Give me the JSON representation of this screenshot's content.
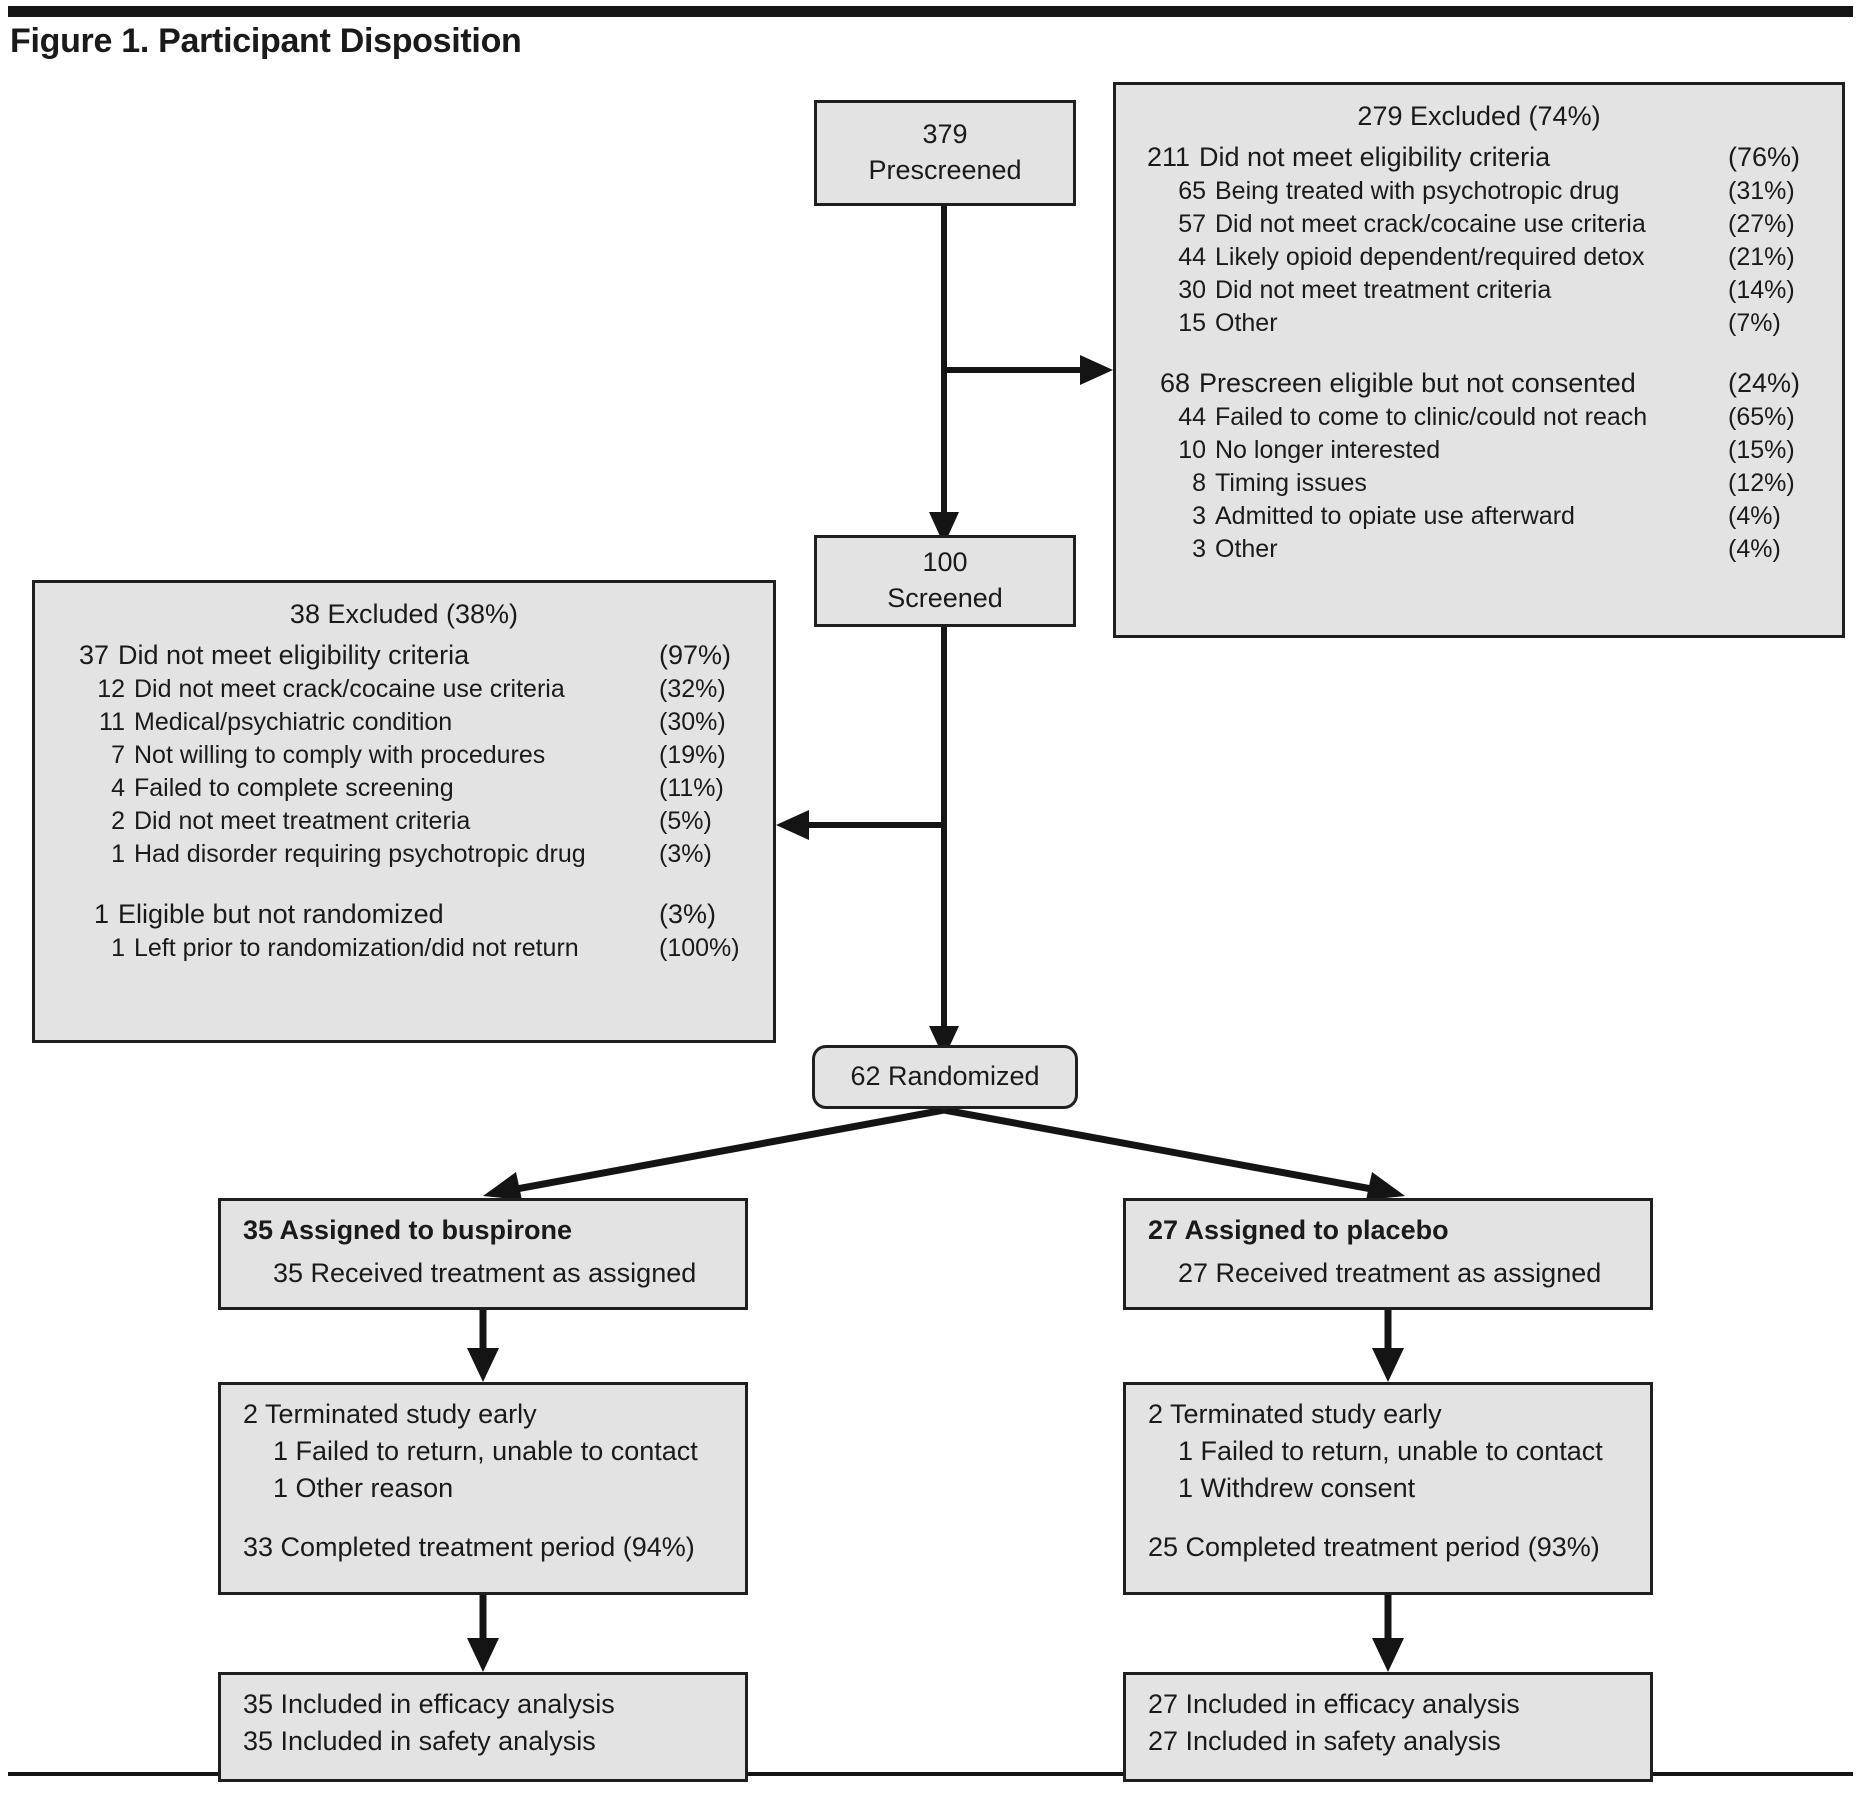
{
  "figure": {
    "title": "Figure 1. Participant Disposition"
  },
  "nodes": {
    "prescreened": {
      "count": "379",
      "label": "Prescreened"
    },
    "screened": {
      "count": "100",
      "label": "Screened"
    },
    "randomized": {
      "label": "62 Randomized"
    }
  },
  "excluded_prescreen": {
    "header": "279 Excluded (74%)",
    "groups": [
      {
        "num": "211",
        "label": "Did not meet eligibility criteria",
        "pct": "(76%)",
        "items": [
          {
            "num": "65",
            "label": "Being treated with psychotropic drug",
            "pct": "(31%)"
          },
          {
            "num": "57",
            "label": "Did not meet crack/cocaine use criteria",
            "pct": "(27%)"
          },
          {
            "num": "44",
            "label": "Likely opioid dependent/required detox",
            "pct": "(21%)"
          },
          {
            "num": "30",
            "label": "Did not meet treatment criteria",
            "pct": "(14%)"
          },
          {
            "num": "15",
            "label": "Other",
            "pct": "(7%)"
          }
        ]
      },
      {
        "num": "68",
        "label": "Prescreen eligible but not consented",
        "pct": "(24%)",
        "items": [
          {
            "num": "44",
            "label": "Failed to come to clinic/could not reach",
            "pct": "(65%)"
          },
          {
            "num": "10",
            "label": "No longer interested",
            "pct": "(15%)"
          },
          {
            "num": "8",
            "label": "Timing issues",
            "pct": "(12%)"
          },
          {
            "num": "3",
            "label": "Admitted to opiate use afterward",
            "pct": "(4%)"
          },
          {
            "num": "3",
            "label": "Other",
            "pct": "(4%)"
          }
        ]
      }
    ]
  },
  "excluded_screen": {
    "header": "38 Excluded (38%)",
    "groups": [
      {
        "num": "37",
        "label": "Did not meet eligibility criteria",
        "pct": "(97%)",
        "items": [
          {
            "num": "12",
            "label": "Did not meet crack/cocaine use criteria",
            "pct": "(32%)"
          },
          {
            "num": "11",
            "label": "Medical/psychiatric condition",
            "pct": "(30%)"
          },
          {
            "num": "7",
            "label": "Not willing to comply with procedures",
            "pct": "(19%)"
          },
          {
            "num": "4",
            "label": "Failed to complete screening",
            "pct": "(11%)"
          },
          {
            "num": "2",
            "label": "Did not meet treatment criteria",
            "pct": "(5%)"
          },
          {
            "num": "1",
            "label": "Had disorder requiring psychotropic drug",
            "pct": "(3%)"
          }
        ]
      },
      {
        "num": "1",
        "label": "Eligible but not randomized",
        "pct": "(3%)",
        "items": [
          {
            "num": "1",
            "label": "Left prior to randomization/did not return",
            "pct": "(100%)"
          }
        ]
      }
    ]
  },
  "arms": {
    "buspirone": {
      "assigned": "35 Assigned to buspirone",
      "received": "35 Received treatment as assigned",
      "terminated_head": "2 Terminated study early",
      "terminated_items": [
        "1 Failed to return, unable to contact",
        "1 Other reason"
      ],
      "completed": "33 Completed treatment period (94%)",
      "analysis": [
        "35 Included in efficacy analysis",
        "35 Included in safety analysis"
      ]
    },
    "placebo": {
      "assigned": "27 Assigned to placebo",
      "received": "27 Received treatment as assigned",
      "terminated_head": "2 Terminated study early",
      "terminated_items": [
        "1 Failed to return, unable to contact",
        "1 Withdrew consent"
      ],
      "completed": "25 Completed treatment period  (93%)",
      "analysis": [
        "27 Included in efficacy analysis",
        "27 Included in safety analysis"
      ]
    }
  },
  "colors": {
    "box_fill": "#e3e3e3",
    "box_border": "#1f1f1f",
    "line": "#141414",
    "text": "#1a1a1a"
  }
}
